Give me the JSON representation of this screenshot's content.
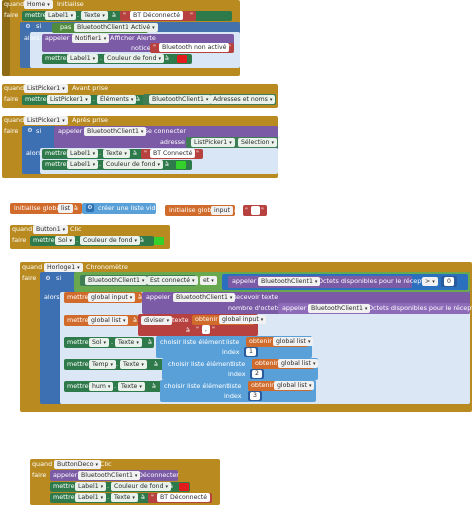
{
  "colors": {
    "red": "#e21c1c",
    "green": "#34d12a"
  },
  "home_init": {
    "when": "quand",
    "component": "Home",
    "event": "Initialise",
    "do": "faire",
    "set": "mettre",
    "label1": "Label1",
    "prop_text": "Texte",
    "to": "à",
    "q": "\"",
    "text_disconnected": "BT Déconnecté",
    "if": "si",
    "not": "pas",
    "bt_client": "BluetoothClient1",
    "prop_active": "Activé",
    "then": "alors",
    "call": "appeler",
    "notifier": "Notifier1",
    "show_alert": "Afficher Alerte",
    "notice": "notice",
    "notice_text": "Bluetooth non activé",
    "prop_bg": "Couleur de fond"
  },
  "lp_before": {
    "when": "quand",
    "component": "ListPicker1",
    "event": "Avant prise",
    "do": "faire",
    "set": "mettre",
    "prop_elements": "Éléments",
    "to": "à",
    "bt_client": "BluetoothClient1",
    "addresses": "Adresses et noms"
  },
  "lp_after": {
    "when": "quand",
    "component": "ListPicker1",
    "event": "Après prise",
    "do": "faire",
    "if": "si",
    "call": "appeler",
    "bt_client": "BluetoothClient1",
    "connect": "Se connecter",
    "address": "adresse",
    "lp": "ListPicker1",
    "selection": "Sélection",
    "then": "alors",
    "set": "mettre",
    "label1": "Label1",
    "prop_text": "Texte",
    "to": "à",
    "q": "\"",
    "text_connected": "BT Connecté",
    "prop_bg": "Couleur de fond"
  },
  "globals": {
    "init_global": "initialise global",
    "list_name": "list",
    "to": "à",
    "create_empty": "créer une liste vide",
    "input_name": "input",
    "q": "\"",
    "empty_str": " "
  },
  "btn1": {
    "when": "quand",
    "component": "Button1",
    "event": "Clic",
    "do": "faire",
    "set": "mettre",
    "sol": "Sol",
    "prop_bg": "Couleur de fond",
    "to": "à"
  },
  "clock": {
    "when": "quand",
    "component": "Horloge1",
    "event": "Chronomètre",
    "do": "faire",
    "if": "si",
    "bt_client": "BluetoothClient1",
    "is_connected": "Est connecté",
    "and": "et",
    "call": "appeler",
    "bytes_avail": "Octets disponibles pour le réception",
    "gt": ">",
    "zero": "0",
    "then": "alors",
    "set": "mettre",
    "global_input": "global input",
    "to": "à",
    "receive_text": "Recevoir texte",
    "num_bytes": "nombre d'octets",
    "global_list": "global list",
    "split": "diviser",
    "text": "texte",
    "get": "obtenir",
    "at": "à",
    "sep": ",",
    "sol": "Sol",
    "temp": "Temp",
    "hum": "hum",
    "prop_text": "Texte",
    "select_item": "choisir liste élément",
    "list": "liste",
    "index": "index",
    "i1": "1",
    "i2": "2",
    "i3": "3"
  },
  "btn_deco": {
    "when": "quand",
    "component": "ButtonDeco",
    "event": "Clic",
    "do": "faire",
    "call": "appeler",
    "bt_client": "BluetoothClient1",
    "disconnect": "Déconnecter",
    "set": "mettre",
    "label1": "Label1",
    "prop_bg": "Couleur de fond",
    "to": "à",
    "prop_text": "Texte",
    "q": "\"",
    "text_disconnected": "BT Déconnecté"
  }
}
